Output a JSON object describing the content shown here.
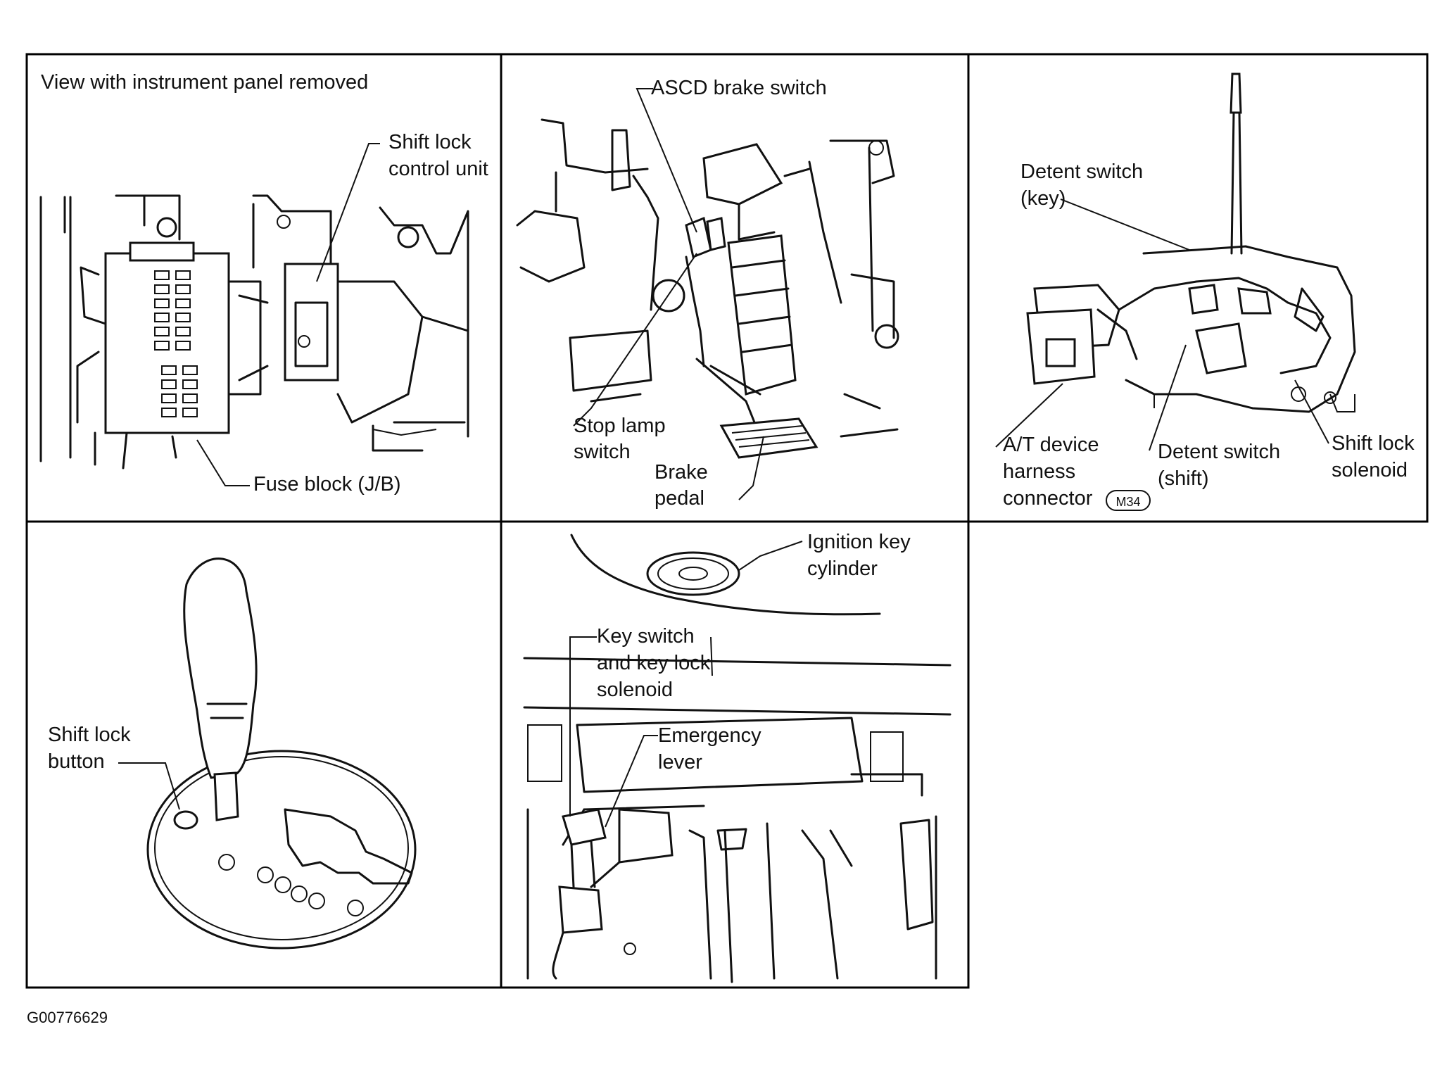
{
  "panels": [
    {
      "id": "instrument-panel",
      "heading": "View with instrument panel removed",
      "labels": {
        "shift_lock_control_unit": [
          "Shift lock",
          "control unit"
        ],
        "fuse_block": "Fuse block (J/B)"
      }
    },
    {
      "id": "brake-pedal",
      "labels": {
        "ascd_brake_switch": "ASCD brake switch",
        "stop_lamp_switch": [
          "Stop lamp",
          "switch"
        ],
        "brake_pedal": [
          "Brake",
          "pedal"
        ]
      }
    },
    {
      "id": "at-device",
      "labels": {
        "detent_switch_key": [
          "Detent switch",
          "(key)"
        ],
        "at_device_harness_connector": [
          "A/T device",
          "harness",
          "connector"
        ],
        "connector_code": "M34",
        "detent_switch_shift": [
          "Detent switch",
          "(shift)"
        ],
        "shift_lock_solenoid": [
          "Shift lock",
          "solenoid"
        ]
      }
    },
    {
      "id": "shift-lever",
      "labels": {
        "shift_lock_button": [
          "Shift lock",
          "button"
        ]
      }
    },
    {
      "id": "key-cylinder",
      "labels": {
        "ignition_key_cylinder": [
          "Ignition key",
          "cylinder"
        ],
        "key_switch_solenoid": [
          "Key switch",
          "and key lock",
          "solenoid"
        ],
        "emergency_lever": [
          "Emergency",
          "lever"
        ]
      }
    }
  ],
  "figure_code": "G00776629"
}
